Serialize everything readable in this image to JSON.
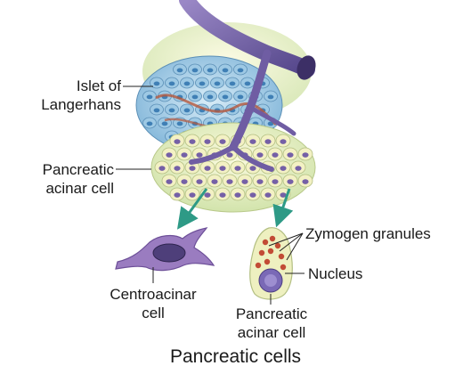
{
  "labels": {
    "islet_line1": "Islet of",
    "islet_line2": "Langerhans",
    "acinar_line1": "Pancreatic",
    "acinar_line2": "acinar cell",
    "zymogen": "Zymogen granules",
    "nucleus": "Nucleus",
    "centro_line1": "Centroacinar",
    "centro_line2": "cell",
    "acinar2_line1": "Pancreatic",
    "acinar2_line2": "acinar cell"
  },
  "caption": "Pancreatic cells",
  "colors": {
    "duct": "#7b6aa8",
    "duct_dark": "#4e3f7a",
    "islet_cell": "#9ec9e4",
    "islet_nucleus": "#3f7fb5",
    "capillary": "#b5573c",
    "acinar_cell": "#f3f1c4",
    "acinar_nucleus": "#7560a6",
    "arrow": "#2e9a86",
    "centroacinar": "#9a7cc0",
    "leader": "#222222"
  }
}
